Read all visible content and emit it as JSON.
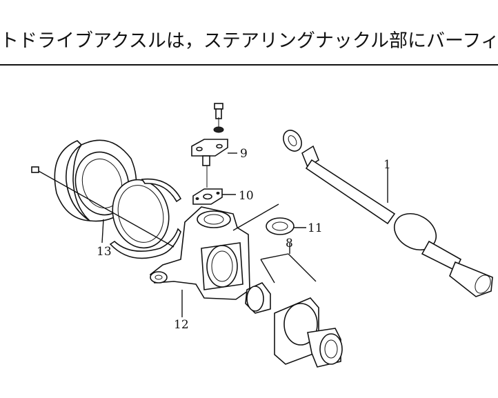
{
  "header": {
    "text": "トドライブアクスルは，ステアリングナックル部にバーフィー"
  },
  "callouts": {
    "p1": "1",
    "p8": "8",
    "p9": "9",
    "p10": "10",
    "p11": "11",
    "p12": "12",
    "p13": "13"
  }
}
